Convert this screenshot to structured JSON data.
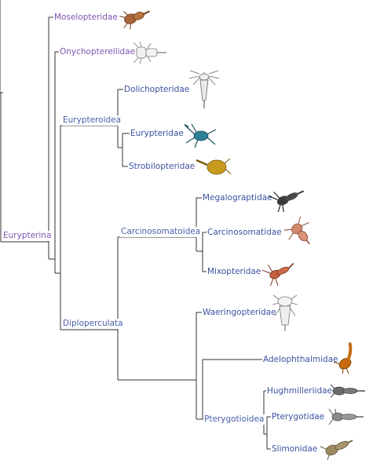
{
  "tree": {
    "root": "Eurypterina",
    "clades": {
      "eurypteroidea": "Eurypteroidea",
      "diploperculata": "Diploperculata",
      "carcinosomatoidea": "Carcinosomatoidea",
      "pterygotioidea": "Pterygotioidea"
    },
    "families": {
      "moselopteridae": "Moselopteridae",
      "onychopterellidae": "Onychopterellidae",
      "dolichopteridae": "Dolichopteridae",
      "eurypteridae": "Eurypteridae",
      "strobilopteridae": "Strobilopteridae",
      "megalograptidae": "Megalograptidae",
      "carcinosomatidae": "Carcinosomatidae",
      "mixopteridae": "Mixopteridae",
      "waeringopteridae": "Waeringopteridae",
      "adelophthalmidae": "Adelophthalmidae",
      "hughmilleriidae": "Hughmilleriidae",
      "pterygotidae": "Pterygotidae",
      "slimonidae": "Slimonidae"
    }
  },
  "colors": {
    "branch": "#333333",
    "label_blue": "#3a52a0",
    "label_violet": "#7d55b2",
    "moselopteridae": "#a9663a",
    "onychopterellidae": "#e8e8e8",
    "dolichopteridae": "#e0e0e0",
    "eurypteridae": "#2f7f95",
    "strobilopteridae": "#c79a1e",
    "megalograptidae": "#3a3a3a",
    "carcinosomatidae": "#d08a6c",
    "mixopteridae": "#c2603e",
    "waeringopteridae": "#e4e4e4",
    "adelophthalmidae": "#c86a10",
    "hughmilleriidae": "#6c6c6c",
    "pterygotidae": "#8a8a8a",
    "slimonidae": "#9c8a62"
  },
  "icons": [
    "moselopteridae-eurypterid-icon",
    "onychopterellidae-eurypterid-icon",
    "dolichopteridae-eurypterid-icon",
    "eurypteridae-eurypterid-icon",
    "strobilopteridae-eurypterid-icon",
    "megalograptidae-eurypterid-icon",
    "carcinosomatidae-eurypterid-icon",
    "mixopteridae-eurypterid-icon",
    "waeringopteridae-eurypterid-icon",
    "adelophthalmidae-eurypterid-icon",
    "hughmilleriidae-eurypterid-icon",
    "pterygotidae-eurypterid-icon",
    "slimonidae-eurypterid-icon"
  ]
}
